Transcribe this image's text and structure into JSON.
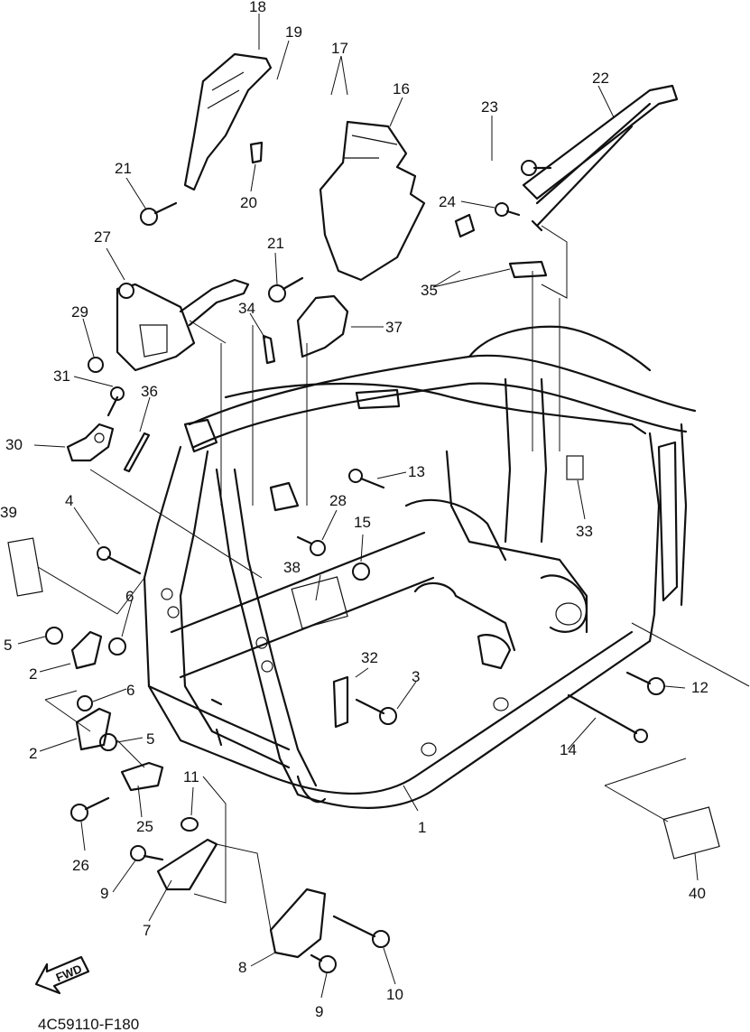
{
  "diagram": {
    "code": "4C59110-F180",
    "fwd_label": "FWD",
    "callouts": [
      "1",
      "2",
      "2",
      "3",
      "4",
      "5",
      "5",
      "6",
      "6",
      "7",
      "8",
      "9",
      "9",
      "10",
      "11",
      "12",
      "13",
      "14",
      "15",
      "16",
      "17",
      "18",
      "19",
      "20",
      "21",
      "21",
      "22",
      "23",
      "24",
      "25",
      "26",
      "27",
      "28",
      "29",
      "30",
      "31",
      "32",
      "33",
      "34",
      "35",
      "36",
      "37",
      "38",
      "39",
      "40"
    ]
  }
}
